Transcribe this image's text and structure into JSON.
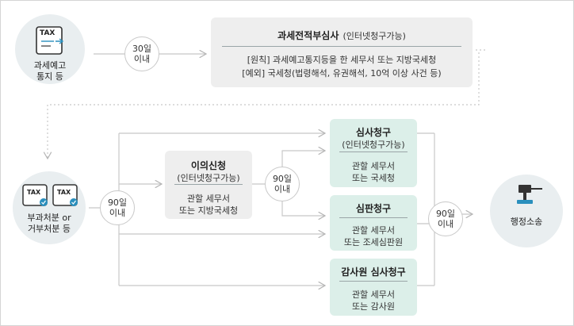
{
  "start": {
    "icon_text": "TAX",
    "label_line1": "과세예고",
    "label_line2": "통지 등"
  },
  "step1": {
    "line1": "30일",
    "line2": "이내"
  },
  "pre_review": {
    "title": "과세전적부심사",
    "title_note": "(인터넷청구가능)",
    "line1": "[원칙] 과세예고통지등을 한 세무서 또는 지방국세청",
    "line2": "[예외] 국세청(법령해석, 유권해석, 10억 이상 사건 등)"
  },
  "disposition": {
    "icon_text_a": "TAX",
    "icon_text_b": "TAX",
    "label_line1": "부과처분 or",
    "label_line2": "거부처분 등"
  },
  "step2": {
    "line1": "90일",
    "line2": "이내"
  },
  "objection": {
    "title": "이의신청",
    "note": "(인터넷청구가능)",
    "line1": "관할 세무서",
    "line2": "또는 지방국세청"
  },
  "step3": {
    "line1": "90일",
    "line2": "이내"
  },
  "review": {
    "title": "심사청구",
    "note": "(인터넷청구가능)",
    "line1": "관할 세무서",
    "line2": "또는 국세청"
  },
  "trial": {
    "title": "심판청구",
    "line1": "관할 세무서",
    "line2": "또는 조세심판원"
  },
  "audit": {
    "title": "감사원 심사청구",
    "line1": "관할 세무서",
    "line2": "또는 감사원"
  },
  "step4": {
    "line1": "90일",
    "line2": "이내"
  },
  "end": {
    "label": "행정소송"
  },
  "colors": {
    "line": "#c7c7c7",
    "green_box": "#dcefe9",
    "gray_box": "#eeeeee",
    "icon_bg": "#e9eef0",
    "accent": "#2a8fbd"
  }
}
